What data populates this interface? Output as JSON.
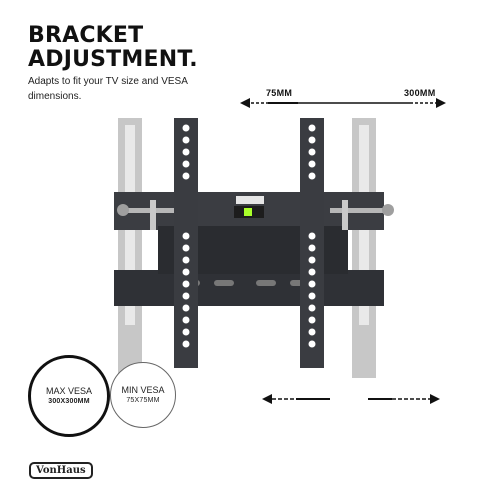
{
  "title_line1": "BRACKET",
  "title_line2": "ADJUSTMENT.",
  "subtitle": "Adapts to fit your TV size and VESA dimensions.",
  "dimensions": {
    "min_label": "75MM",
    "max_label": "300MM"
  },
  "bracket_label": "VonHaus",
  "vesa": {
    "max_title": "MAX VESA",
    "max_value": "300X300MM",
    "min_title": "MIN VESA",
    "min_value": "75X75MM"
  },
  "brand": "VonHaus"
}
